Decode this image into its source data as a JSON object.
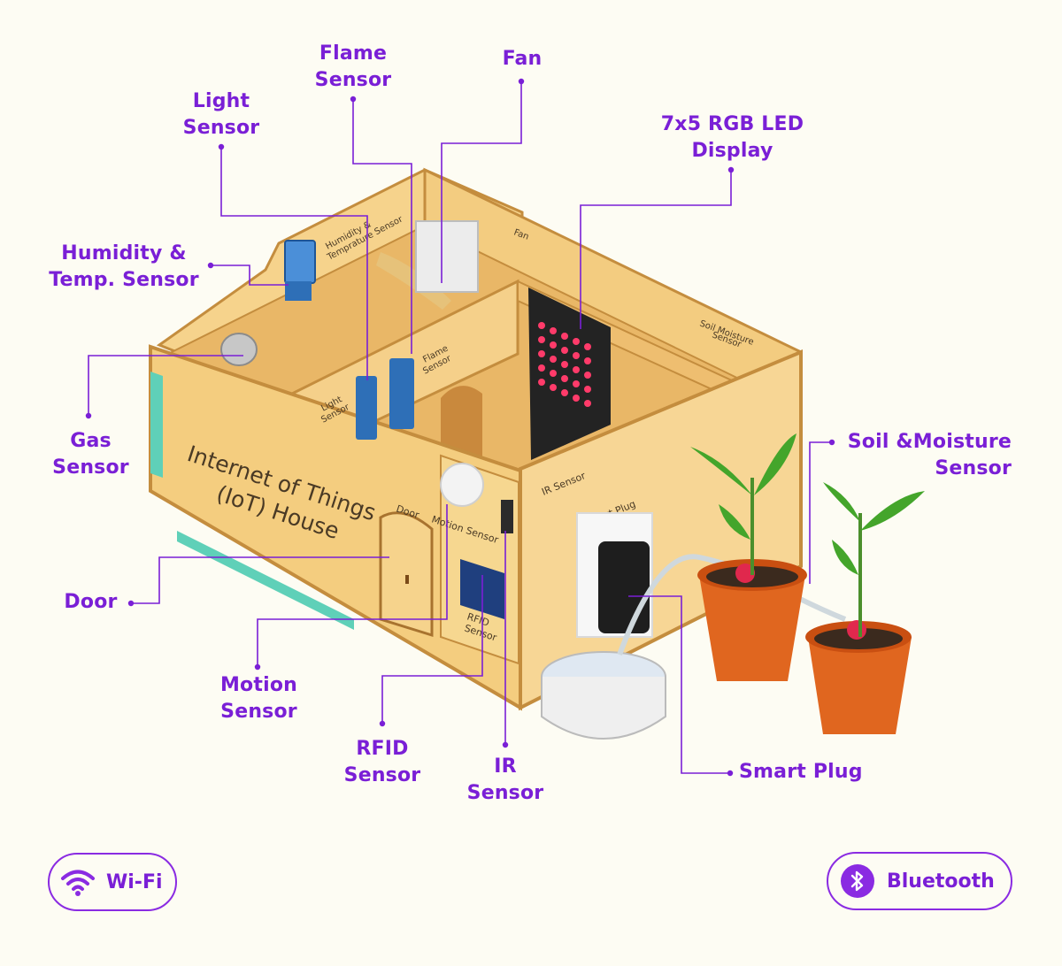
{
  "colors": {
    "background": "#fdfcf3",
    "accent": "#7a1fd6",
    "wood": "#f1c978",
    "wood_edge": "#c48d3e",
    "teal_strip": "#5fd0b8",
    "pcb_blue": "#2e6fb7",
    "pot_orange": "#e0661f",
    "leaf_green": "#44a52b"
  },
  "labels": {
    "flame_sensor": "Flame\nSensor",
    "fan": "Fan",
    "light_sensor": "Light\nSensor",
    "rgb_display": "7x5 RGB LED\nDisplay",
    "humidity_temp": "Humidity &\nTemp. Sensor",
    "gas_sensor": "Gas\nSensor",
    "soil_moisture": "Soil &Moisture\nSensor",
    "door": "Door",
    "motion_sensor": "Motion\nSensor",
    "rfid_sensor": "RFID\nSensor",
    "ir_sensor": "IR\nSensor",
    "smart_plug": "Smart Plug"
  },
  "engravings": {
    "house_title_1": "Internet of Things",
    "house_title_2": "(IoT) House",
    "humidity_wall_1": "Humidity &",
    "humidity_wall_2": "Temprature Sensor",
    "fan_wall": "Fan",
    "flame_wall_1": "Flame",
    "flame_wall_2": "Sensor",
    "light_wall_1": "Light",
    "light_wall_2": "Sensor",
    "soil_wall_1": "Soil Moisture",
    "soil_wall_2": "Sensor",
    "door_wall": "Door",
    "motion_wall": "Motion Sensor",
    "ir_wall": "IR Sensor",
    "smart_plug_wall": "Smart Plug",
    "rfid_wall_1": "RFID",
    "rfid_wall_2": "Sensor"
  },
  "badges": {
    "wifi": {
      "label": "Wi-Fi",
      "icon": "wifi-icon"
    },
    "bluetooth": {
      "label": "Bluetooth",
      "icon": "bluetooth-icon"
    }
  }
}
